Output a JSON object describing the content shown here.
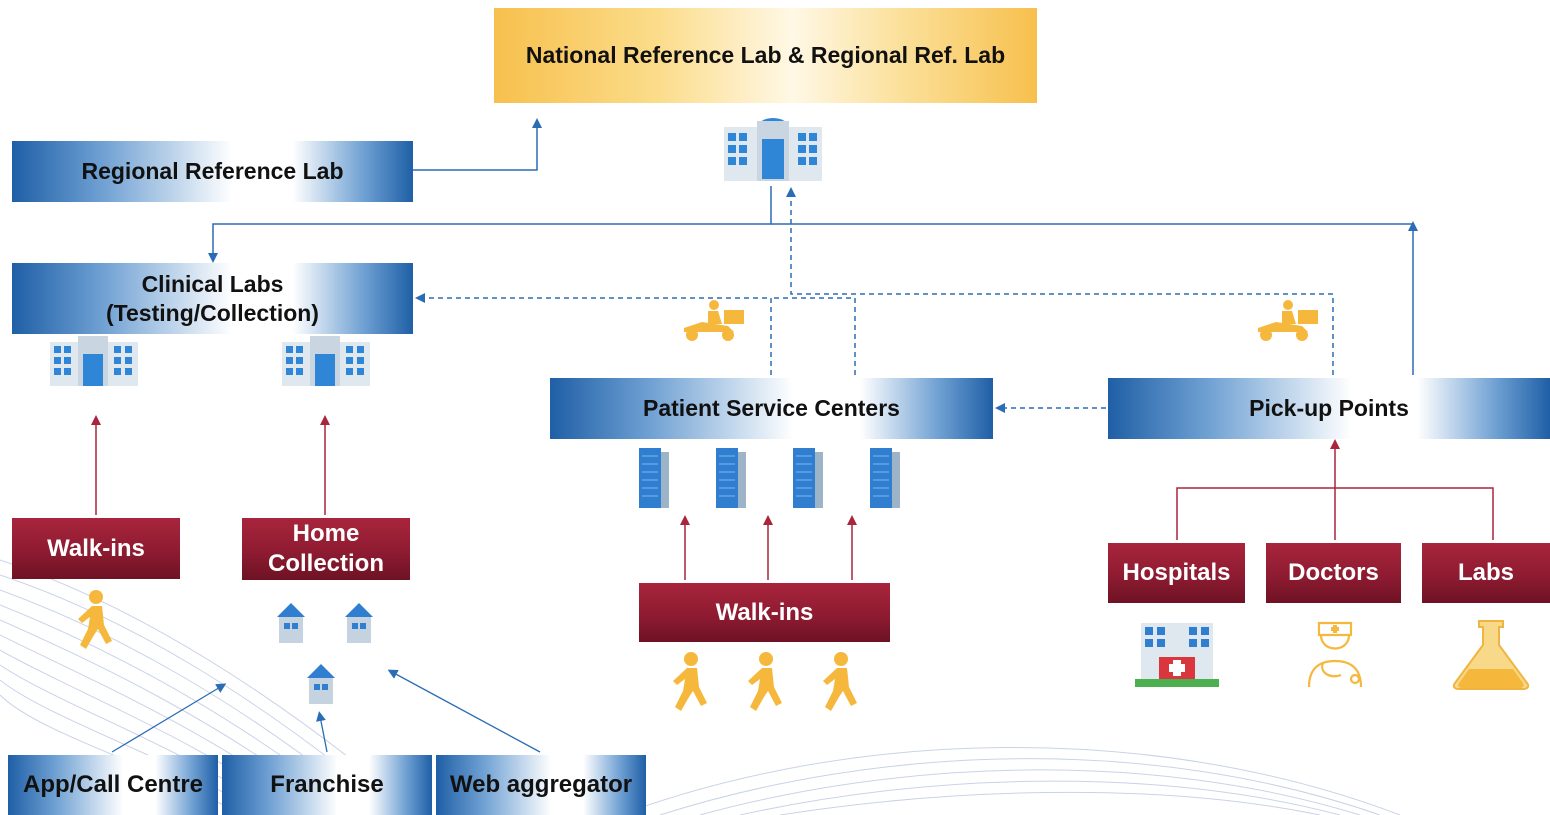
{
  "top_lab": {
    "label": "National Reference Lab & Regional Ref. Lab"
  },
  "regional_lab": {
    "label": "Regional Reference  Lab"
  },
  "clinical_labs": {
    "label": "Clinical Labs (Testing/Collection)"
  },
  "patient_service_centers": {
    "label": "Patient Service Centers"
  },
  "pickup_points": {
    "label": "Pick-up Points"
  },
  "walkins_left": {
    "label": "Walk-ins"
  },
  "home_collection": {
    "label": "Home Collection"
  },
  "walkins_center": {
    "label": "Walk-ins"
  },
  "sources": {
    "hospitals": "Hospitals",
    "doctors": "Doctors",
    "labs": "Labs"
  },
  "channels": {
    "app": "App/Call Centre",
    "franchise": "Franchise",
    "web": "Web aggregator"
  },
  "colors": {
    "blue": "#1f5fa6",
    "red": "#8e1b31",
    "gold": "#f5b83d",
    "line_blue": "#2a6db5",
    "line_red": "#a8253c"
  },
  "icons": [
    "building-icon",
    "tower-icon",
    "house-icon",
    "walker-icon",
    "scooter-icon",
    "hospital-icon",
    "doctor-icon",
    "flask-icon"
  ]
}
